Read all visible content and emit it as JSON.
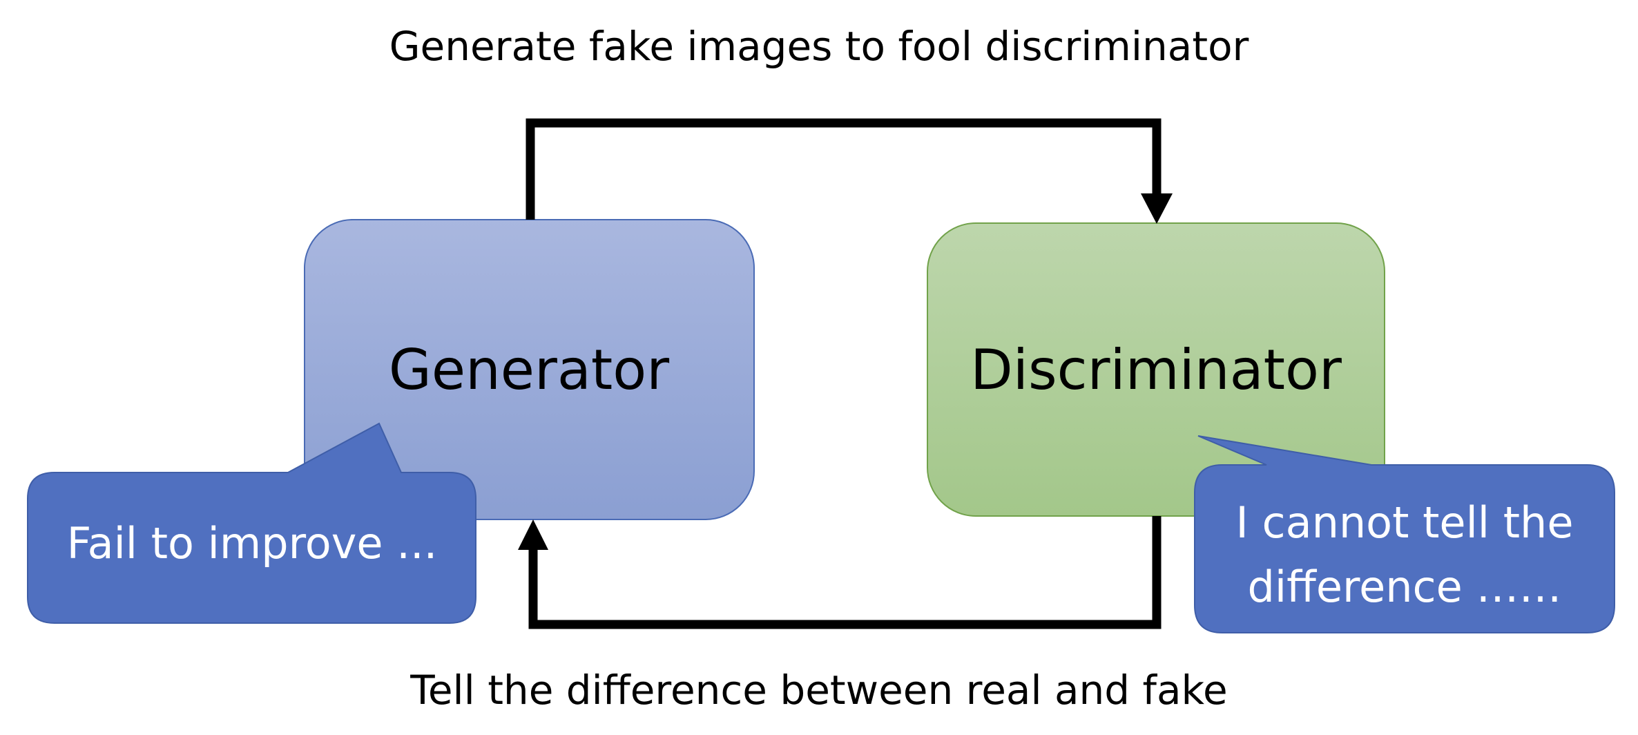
{
  "diagram": {
    "caption_top": "Generate fake images to fool discriminator",
    "caption_bottom": "Tell the difference between real and fake",
    "generator": {
      "label": "Generator",
      "color_top": "#A9B7DF",
      "color_bottom": "#8B9FD2",
      "border": "#4A6BB5"
    },
    "discriminator": {
      "label": "Discriminator",
      "color_top": "#BDD6AC",
      "color_bottom": "#A3C78A",
      "border": "#71A24A"
    },
    "callout_left": {
      "text": "Fail to improve ..."
    },
    "callout_right": {
      "line1": "I cannot tell the",
      "line2": "difference ……"
    },
    "callout_color": "#5070C0",
    "arrow_color": "#000000"
  }
}
